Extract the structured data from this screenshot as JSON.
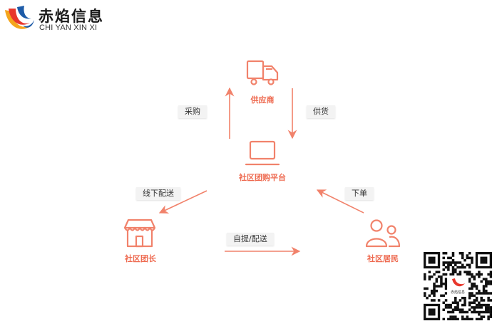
{
  "brand": {
    "name_cn": "赤焰信息",
    "name_en": "CHI YAN XIN XI",
    "logo_colors": [
      "#f4a51c",
      "#e8372c",
      "#1d5ba8"
    ],
    "qr_badge": "赤焰信息"
  },
  "accent_color": "#ee6a50",
  "nodes": {
    "supplier": {
      "label": "供应商",
      "icon": "truck-icon"
    },
    "platform": {
      "label": "社区团购平台",
      "icon": "monitor-icon"
    },
    "leader": {
      "label": "社区团长",
      "icon": "storefront-icon"
    },
    "residents": {
      "label": "社区居民",
      "icon": "people-icon"
    }
  },
  "edges": {
    "purchase": "采购",
    "supply": "供货",
    "offline": "线下配送",
    "order": "下单",
    "pickup": "自提/配送"
  }
}
